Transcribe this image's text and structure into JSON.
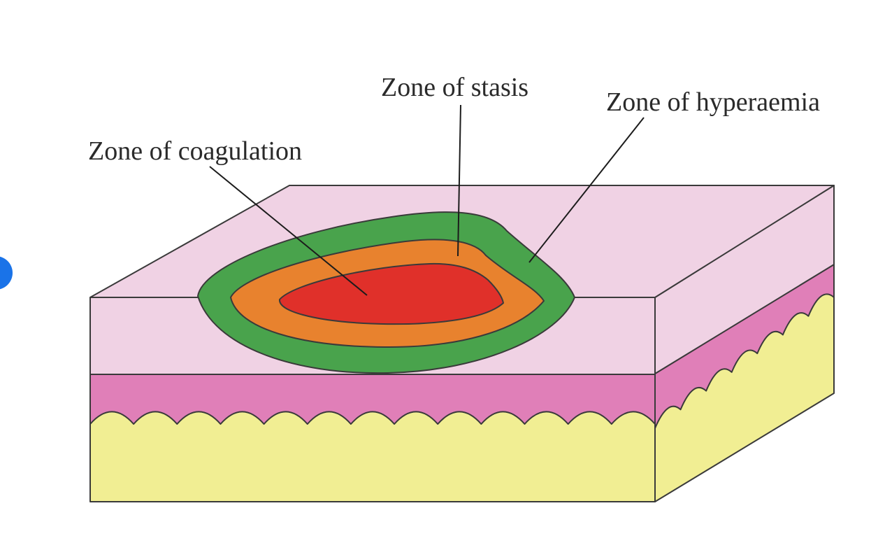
{
  "labels": {
    "coagulation": "Zone of coagulation",
    "stasis": "Zone of stasis",
    "hyperaemia": "Zone of hyperaemia"
  },
  "colors": {
    "epidermis": "#f0d2e4",
    "dermis": "#e07fb8",
    "subcutis": "#f1ee93",
    "hyperaemia_zone": "#49a34c",
    "stasis_zone": "#e8822e",
    "coagulation_zone": "#e0302a",
    "outline": "#3a3a3a",
    "side_marker": "#1a73e8"
  }
}
